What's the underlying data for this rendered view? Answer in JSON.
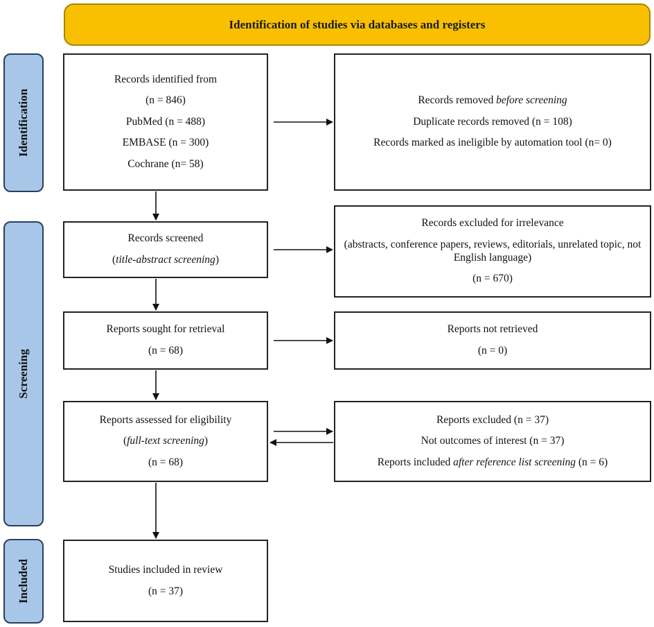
{
  "header": {
    "title": "Identification of studies via databases and registers"
  },
  "stages": {
    "identification": "Identification",
    "screening": "Screening",
    "included": "Included"
  },
  "identified": {
    "title": "Records identified from",
    "total": "(n = 846)",
    "pubmed": "PubMed (n = 488)",
    "embase": "EMBASE (n = 300)",
    "cochrane": "Cochrane (n= 58)"
  },
  "removed": {
    "title_prefix": "Records removed ",
    "title_italic": "before screening",
    "duplicates": "Duplicate records removed (n = 108)",
    "automation": "Records marked as ineligible by automation tool (n= 0)"
  },
  "screened": {
    "title": "Records screened",
    "paren_open": "(",
    "note_italic": "title-abstract screening",
    "paren_close": ")"
  },
  "excluded_irrelevance": {
    "title": "Records excluded for irrelevance",
    "reasons": "(abstracts, conference papers, reviews, editorials, unrelated topic, not English language)",
    "count": "(n = 670)"
  },
  "retrieval": {
    "title": "Reports sought for retrieval",
    "count": "(n = 68)"
  },
  "not_retrieved": {
    "title": "Reports not retrieved",
    "count": "(n = 0)"
  },
  "eligibility": {
    "title": "Reports assessed for eligibility",
    "paren_open": "(",
    "note_italic": "full-text screening",
    "paren_close": ")",
    "count": "(n = 68)"
  },
  "reports_excluded": {
    "title": "Reports excluded (n = 37)",
    "reason": "Not outcomes of interest (n = 37)",
    "included_prefix": "Reports included ",
    "included_italic": "after reference list screening",
    "included_suffix": " (n = 6)"
  },
  "included": {
    "title": "Studies included in review",
    "count": "(n = 37)"
  }
}
